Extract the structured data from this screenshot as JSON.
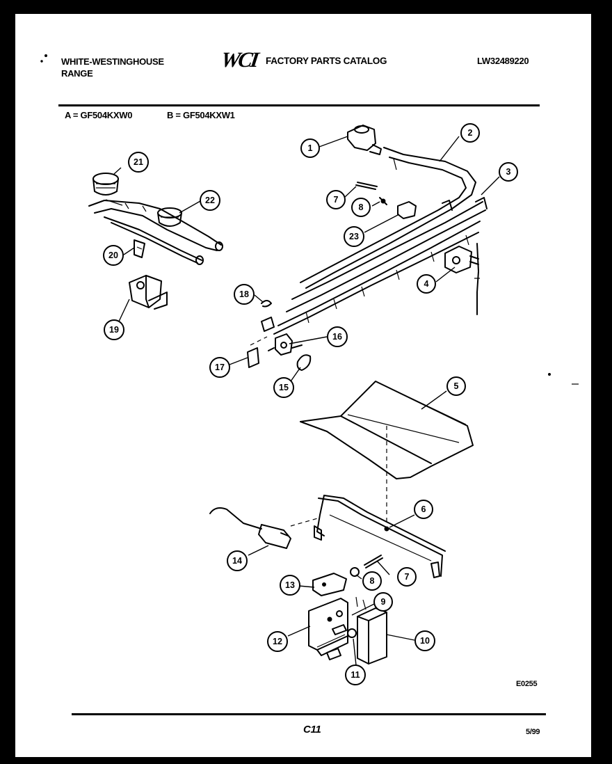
{
  "header": {
    "brand_line1": "WHITE-WESTINGHOUSE",
    "brand_line2": "RANGE",
    "logo": "WCI",
    "catalog_title": "FACTORY PARTS CATALOG",
    "catalog_number": "LW32489220",
    "model_a": "A = GF504KXW0",
    "model_b": "B = GF504KXW1"
  },
  "diagram": {
    "callouts": [
      "1",
      "2",
      "3",
      "4",
      "5",
      "6",
      "7",
      "8",
      "9",
      "10",
      "11",
      "12",
      "13",
      "14",
      "15",
      "16",
      "17",
      "18",
      "19",
      "20",
      "21",
      "22",
      "23",
      "7",
      "8"
    ]
  },
  "footer": {
    "figure_code": "E0255",
    "page_code": "C11",
    "date_code": "5/99"
  },
  "colors": {
    "ink": "#000000",
    "paper": "#ffffff",
    "border": "#000000"
  }
}
